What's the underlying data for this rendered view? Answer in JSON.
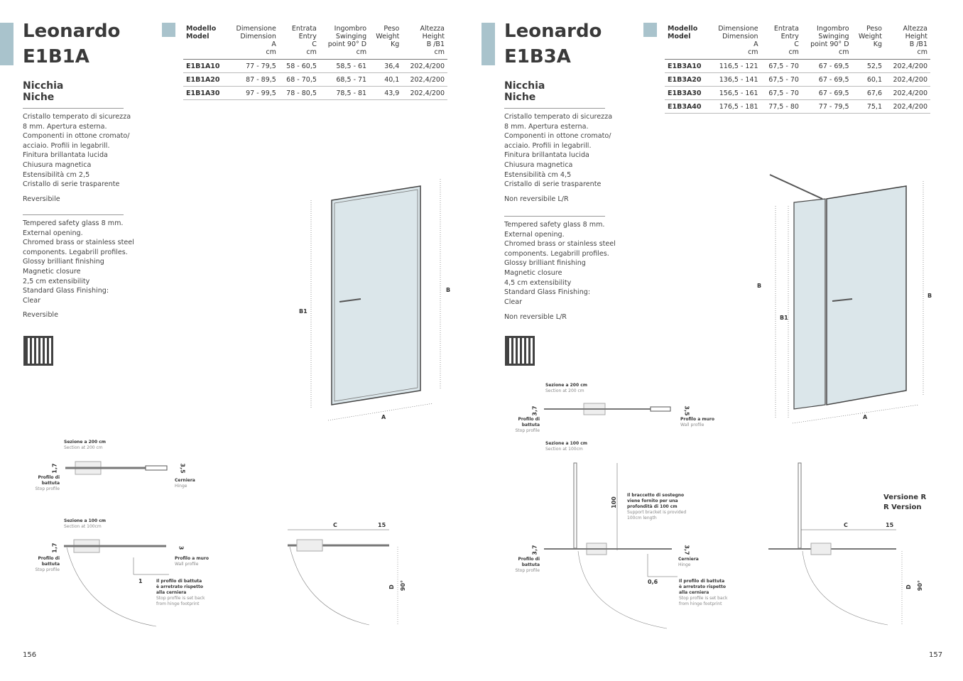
{
  "left": {
    "model": "Leonardo",
    "code": "E1B1A",
    "niche_it": "Nicchia",
    "niche_en": "Niche",
    "desc_it": "Cristallo temperato di sicurezza\n8 mm. Apertura esterna.\nComponenti in ottone cromato/\nacciaio. Profili in legabrill.\nFinitura brillantata lucida\nChiusura magnetica\nEstensibilità cm 2,5\nCristallo di serie trasparente",
    "rev_it": "Reversibile",
    "desc_en": "Tempered safety glass 8 mm.\nExternal opening.\nChromed brass or stainless steel\ncomponents. Legabrill profiles.\nGlossy brilliant finishing\nMagnetic closure\n2,5 cm extensibility\nStandard Glass Finishing:\nClear",
    "rev_en": "Reversible",
    "headers": [
      "Modello\nModel",
      "Dimensione\nDimension\nA\ncm",
      "Entrata\nEntry\nC\ncm",
      "Ingombro\nSwinging\npoint 90° D\ncm",
      "Peso\nWeight\nKg",
      "Altezza\nHeight\nB /B1\ncm"
    ],
    "rows": [
      [
        "E1B1A10",
        "77 - 79,5",
        "58 - 60,5",
        "58,5 - 61",
        "36,4",
        "202,4/200"
      ],
      [
        "E1B1A20",
        "87 - 89,5",
        "68 - 70,5",
        "68,5 - 71",
        "40,1",
        "202,4/200"
      ],
      [
        "E1B1A30",
        "97 - 99,5",
        "78 - 80,5",
        "78,5 - 81",
        "43,9",
        "202,4/200"
      ]
    ],
    "labels": {
      "b": "B",
      "b1": "B1",
      "a": "A",
      "c": "C",
      "d": "D",
      "deg": "90°",
      "w15": "15",
      "s200_it": "Sezione a 200 cm",
      "s200_en": "Section at 200 cm",
      "s100_it": "Sezione a 100 cm",
      "s100_en": "Section at 100cm",
      "d17a": "1,7",
      "d17b": "1,7",
      "d35": "3,5",
      "d3": "3",
      "stop_it": "Profilo di battuta",
      "stop_en": "Stop profile",
      "hinge_it": "Cerniera",
      "hinge_en": "Hinge",
      "wall_it": "Profilo a muro",
      "wall_en": "Wall profile",
      "one": "1",
      "note_it": "Il profilo di battuta\nè arretrato rispetto\nalla cerniera",
      "note_en": "Stop profile is set back\nfrom hinge footprint"
    },
    "page": "156"
  },
  "right": {
    "model": "Leonardo",
    "code": "E1B3A",
    "niche_it": "Nicchia",
    "niche_en": "Niche",
    "desc_it": "Cristallo temperato di sicurezza\n8 mm. Apertura esterna.\nComponenti in ottone cromato/\nacciaio. Profili in legabrill.\nFinitura brillantata lucida\nChiusura magnetica\nEstensibilità cm 4,5\nCristallo di serie trasparente",
    "rev_it": "Non reversibile L/R",
    "desc_en": "Tempered safety glass 8 mm.\nExternal opening.\nChromed brass or stainless steel\ncomponents. Legabrill profiles.\nGlossy brilliant finishing\nMagnetic closure\n4,5 cm extensibility\nStandard Glass Finishing:\nClear",
    "rev_en": "Non reversible L/R",
    "headers": [
      "Modello\nModel",
      "Dimensione\nDimension\nA\ncm",
      "Entrata\nEntry\nC\ncm",
      "Ingombro\nSwinging\npoint 90° D\ncm",
      "Peso\nWeight\nKg",
      "Altezza\nHeight\nB /B1\ncm"
    ],
    "rows": [
      [
        "E1B3A10",
        "116,5 - 121",
        "67,5 - 70",
        "67 - 69,5",
        "52,5",
        "202,4/200"
      ],
      [
        "E1B3A20",
        "136,5 - 141",
        "67,5 - 70",
        "67 - 69,5",
        "60,1",
        "202,4/200"
      ],
      [
        "E1B3A30",
        "156,5 - 161",
        "67,5 - 70",
        "67 - 69,5",
        "67,6",
        "202,4/200"
      ],
      [
        "E1B3A40",
        "176,5 - 181",
        "77,5 - 80",
        "77 - 79,5",
        "75,1",
        "202,4/200"
      ]
    ],
    "labels": {
      "b": "B",
      "b2": "B",
      "b1": "B1",
      "a": "A",
      "c": "C",
      "d": "D",
      "deg": "90°",
      "w15": "15",
      "s200_it": "Sezione a 200 cm",
      "s200_en": "Section at 200 cm",
      "s100_it": "Sezione a 100 cm",
      "s100_en": "Section at 100cm",
      "d37a": "3,7",
      "d35": "3,5",
      "d37b": "3,7",
      "d37c": "3,7",
      "d100": "100",
      "stop_it": "Profilo di battuta",
      "stop_en": "Stop profile",
      "wall_it": "Profilo a muro",
      "wall_en": "Wall profile",
      "hinge_it": "Cerniera",
      "hinge_en": "Hinge",
      "bracket_it": "Il braccetto di sostegno\nviene fornito per una\nprofondità di 100 cm",
      "bracket_en": "Support bracket is provided\n100cm length",
      "d06": "0,6",
      "note_it": "Il profilo di battuta\nè arretrato rispetto\nalla cerniera",
      "note_en": "Stop profile is set back\nfrom hinge footprint",
      "version_it": "Versione R",
      "version_en": "R Version"
    },
    "page": "157"
  },
  "colors": {
    "accent": "#a9c3cc",
    "glass": "#dbe6ea"
  }
}
